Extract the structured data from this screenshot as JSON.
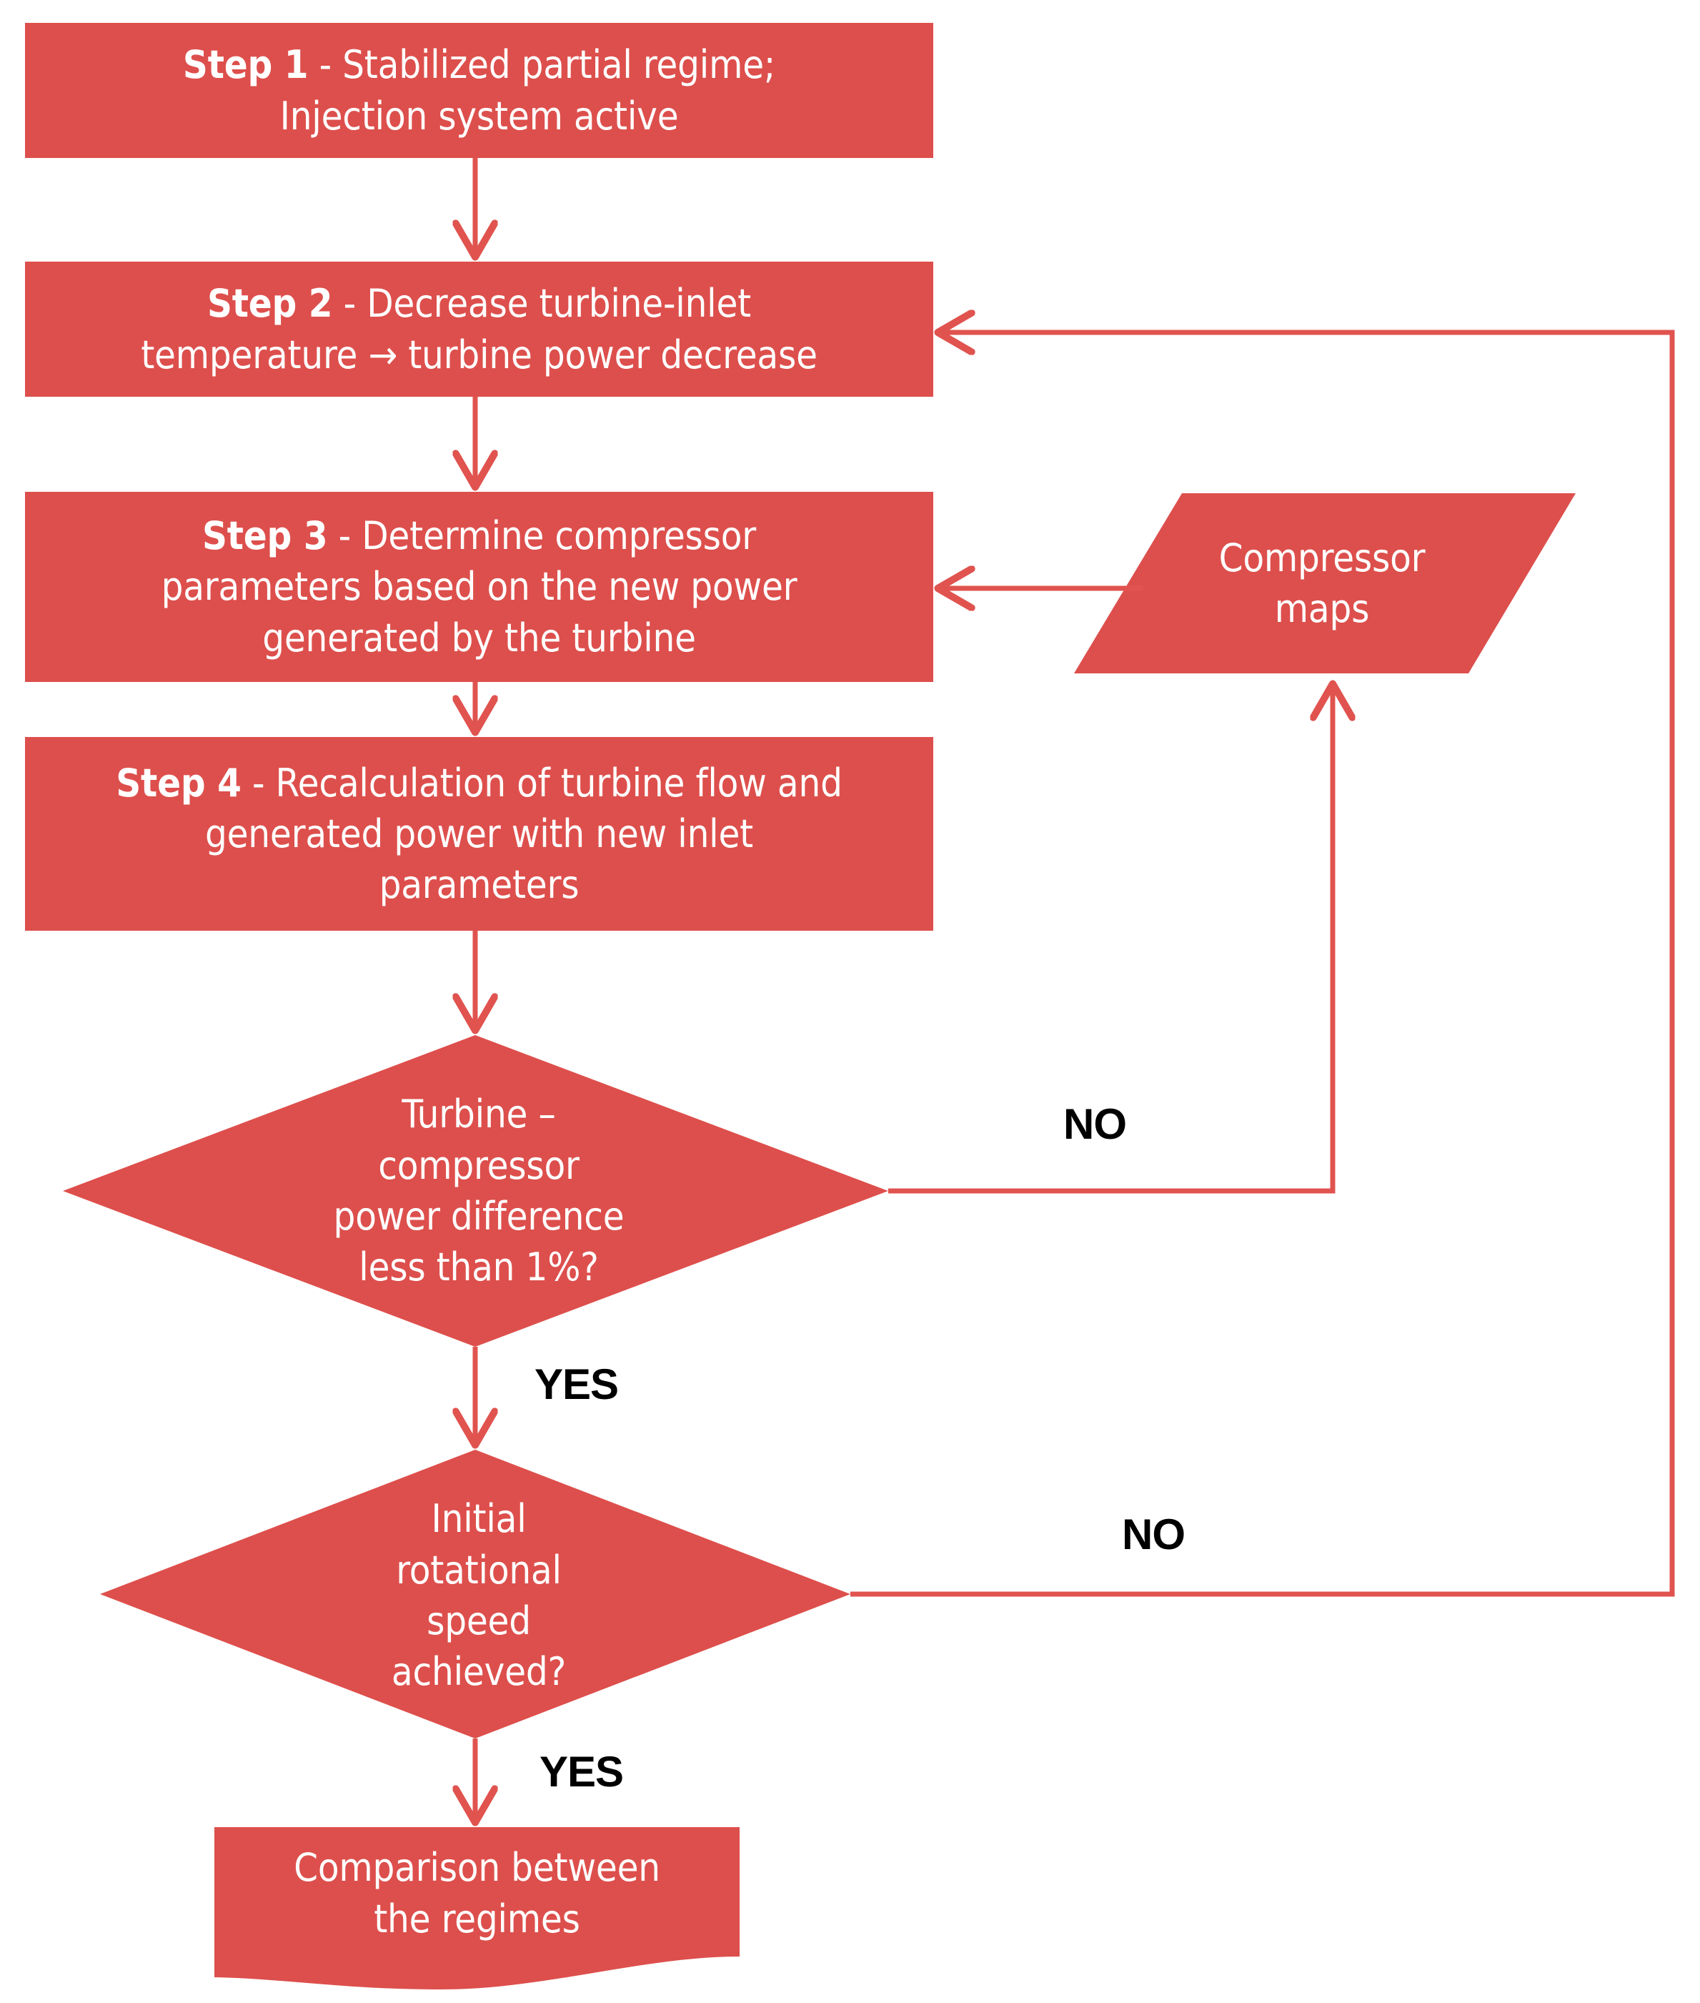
{
  "theme": {
    "shape_fill": "#DD4F4C",
    "connector_color": "#E0534F",
    "node_text_color": "#FFFFFF",
    "edge_label_color": "#000000",
    "background": "#FFFFFF"
  },
  "diagram": {
    "type": "flowchart",
    "title": "",
    "nodes": [
      {
        "id": "step1",
        "shape": "rectangle",
        "label_bold": "Step 1",
        "label_rest": " - Stabilized partial regime;\nInjection system active",
        "full_text": "Step 1 - Stabilized partial regime; Injection system active"
      },
      {
        "id": "step2",
        "shape": "rectangle",
        "label_bold": "Step 2",
        "label_rest": " - Decrease turbine-inlet\ntemperature → turbine power decrease",
        "full_text": "Step 2 - Decrease turbine-inlet temperature → turbine power decrease"
      },
      {
        "id": "step3",
        "shape": "rectangle",
        "label_bold": "Step 3",
        "label_rest": " - Determine  compressor\nparameters based on the new power\ngenerated by the turbine",
        "full_text": "Step 3 - Determine compressor parameters based on the new power generated by the turbine"
      },
      {
        "id": "step4",
        "shape": "rectangle",
        "label_bold": "Step 4",
        "label_rest": " - Recalculation of turbine flow and\ngenerated power with new inlet\nparameters",
        "full_text": "Step 4 - Recalculation of turbine flow and generated power with new inlet parameters"
      },
      {
        "id": "compressor_maps",
        "shape": "parallelogram",
        "label_bold": "",
        "label_rest": "Compressor\nmaps",
        "full_text": "Compressor maps"
      },
      {
        "id": "decision1",
        "shape": "diamond",
        "label_bold": "",
        "label_rest": "Turbine –\ncompressor\npower difference\nless than 1%?",
        "full_text": "Turbine – compressor power difference less than 1%?"
      },
      {
        "id": "decision2",
        "shape": "diamond",
        "label_bold": "",
        "label_rest": "Initial\nrotational\nspeed\nachieved?",
        "full_text": "Initial rotational speed achieved?"
      },
      {
        "id": "comparison",
        "shape": "document",
        "label_bold": "",
        "label_rest": "Comparison between\nthe regimes",
        "full_text": "Comparison between the regimes"
      }
    ],
    "edge_labels": [
      {
        "id": "no1",
        "text": "NO"
      },
      {
        "id": "yes1",
        "text": "YES"
      },
      {
        "id": "no2",
        "text": "NO"
      },
      {
        "id": "yes2",
        "text": "YES"
      }
    ],
    "edges": [
      {
        "from": "step1",
        "to": "step2",
        "label": ""
      },
      {
        "from": "step2",
        "to": "step3",
        "label": ""
      },
      {
        "from": "step3",
        "to": "step4",
        "label": ""
      },
      {
        "from": "step4",
        "to": "decision1",
        "label": ""
      },
      {
        "from": "decision1",
        "to": "compressor_maps",
        "label": "NO"
      },
      {
        "from": "compressor_maps",
        "to": "step3",
        "label": ""
      },
      {
        "from": "decision1",
        "to": "decision2",
        "label": "YES"
      },
      {
        "from": "decision2",
        "to": "step2",
        "label": "NO"
      },
      {
        "from": "decision2",
        "to": "comparison",
        "label": "YES"
      }
    ]
  }
}
